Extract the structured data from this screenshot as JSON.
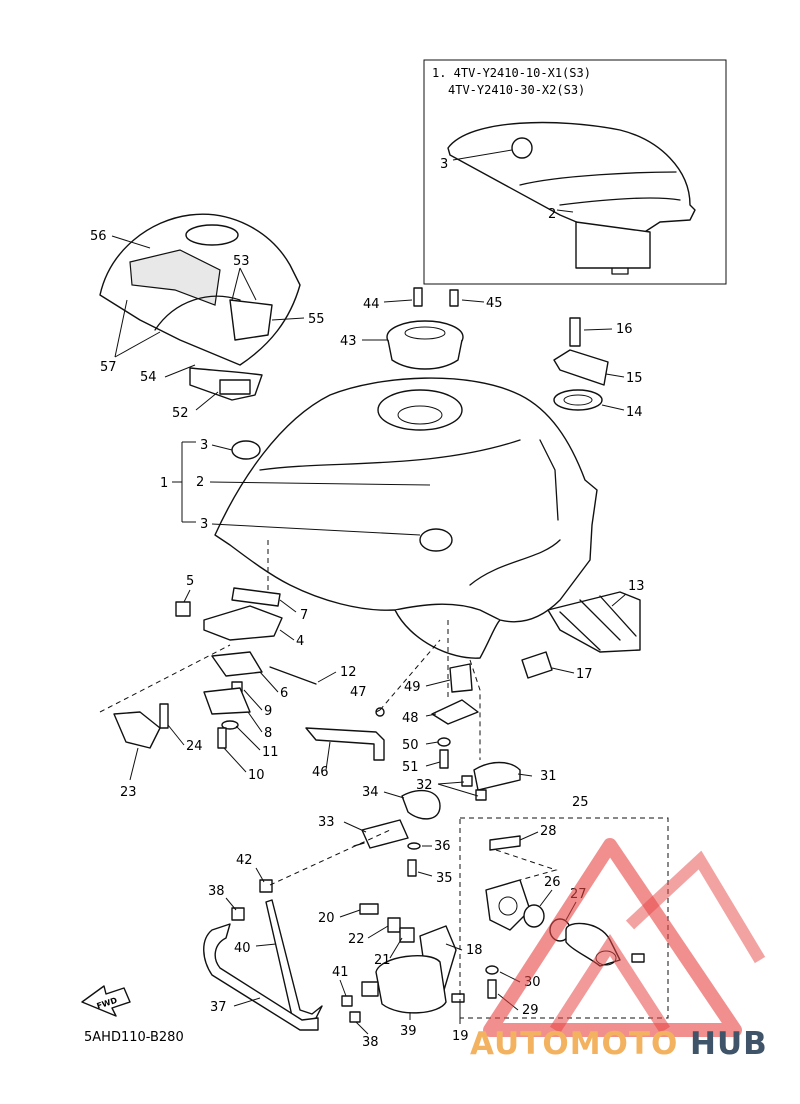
{
  "inset": {
    "line1": "1. 4TV-Y2410-10-X1(S3)",
    "line2": "4TV-Y2410-30-X2(S3)"
  },
  "callouts": [
    "1",
    "2",
    "3",
    "4",
    "5",
    "6",
    "7",
    "8",
    "9",
    "10",
    "11",
    "12",
    "13",
    "14",
    "15",
    "16",
    "17",
    "18",
    "19",
    "20",
    "21",
    "22",
    "23",
    "24",
    "25",
    "26",
    "27",
    "28",
    "29",
    "30",
    "31",
    "32",
    "33",
    "34",
    "35",
    "36",
    "37",
    "38",
    "39",
    "40",
    "41",
    "42",
    "43",
    "44",
    "45",
    "46",
    "47",
    "48",
    "49",
    "50",
    "51",
    "52",
    "53",
    "54",
    "55",
    "56",
    "57"
  ],
  "fwd_label": "FWD",
  "diagram_code": "5AHD110-B280",
  "watermark": {
    "part1": "AUTOMOTO",
    "part2": "HUB",
    "colors": {
      "orange": "#f3b25f",
      "navy": "#3f5468",
      "triangle": "#e84545"
    }
  }
}
